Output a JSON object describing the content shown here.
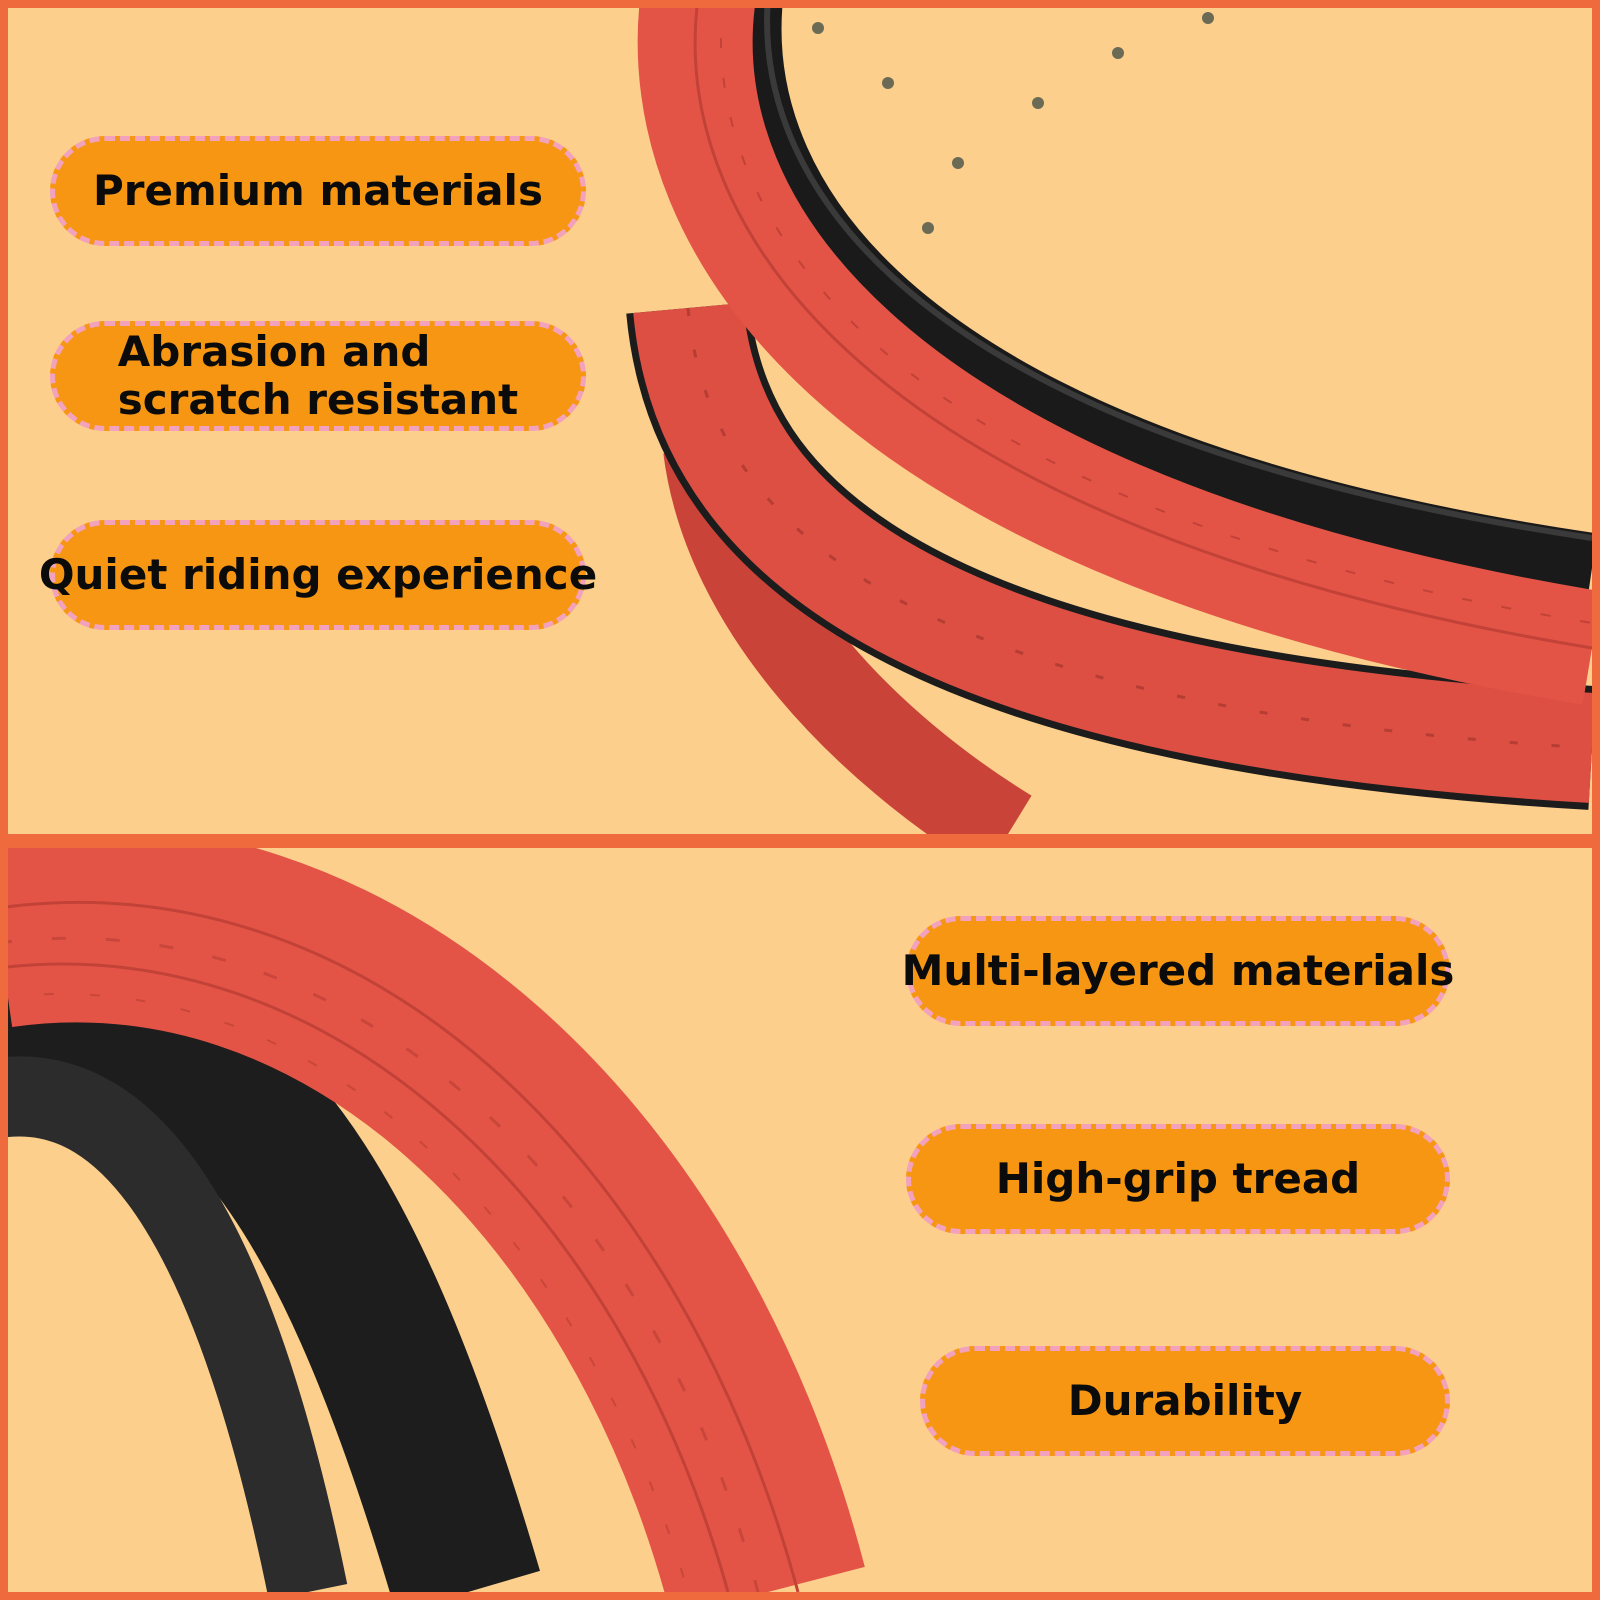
{
  "colors": {
    "frame": "#ef6a3c",
    "panel_background": "#fccf8c",
    "pill_fill": "#f79612",
    "pill_dash": "#f2a2bd",
    "tire_red": "#e35447",
    "rim_black": "#1c1c1c",
    "text": "#0b0b0b"
  },
  "top_features": [
    {
      "label": "Premium materials"
    },
    {
      "label": "Abrasion and\nscratch resistant"
    },
    {
      "label": "Quiet riding experience"
    }
  ],
  "bottom_features": [
    {
      "label": "Multi-layered materials"
    },
    {
      "label": "High-grip tread"
    },
    {
      "label": "Durability"
    }
  ]
}
